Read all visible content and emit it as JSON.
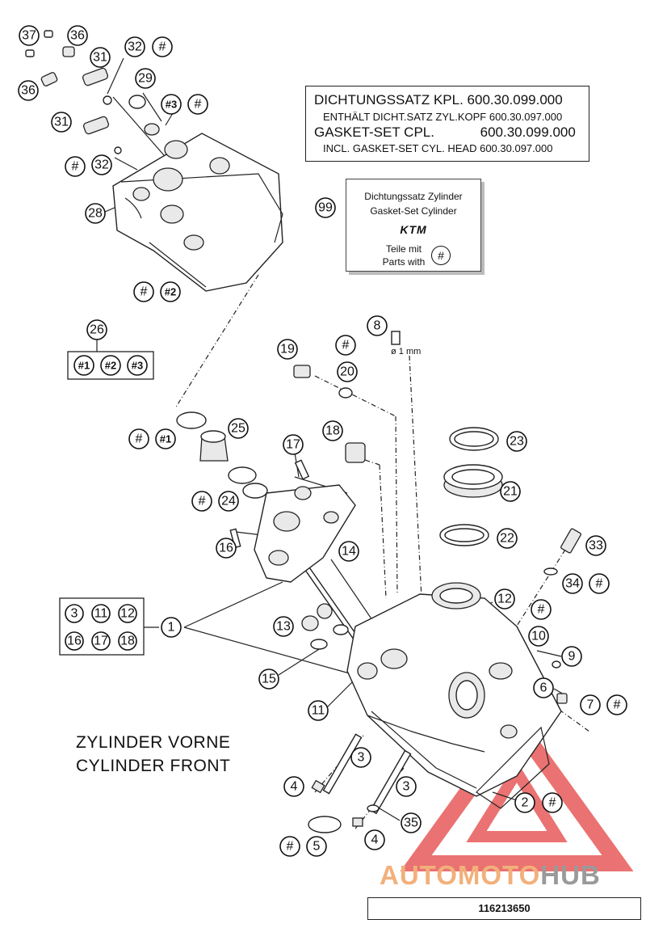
{
  "diagram": {
    "gasket_box": {
      "line1": "DICHTUNGSSATZ KPL. 600.30.099.000",
      "line2": "ENTHÄLT DICHT.SATZ ZYL.KOPF 600.30.097.000",
      "line3": "GASKET-SET CPL.            600.30.099.000",
      "line4": "INCL. GASKET-SET CYL. HEAD 600.30.097.000"
    },
    "kit_box": {
      "line1": "Dichtungssatz Zylinder",
      "line2": "Gasket-Set Cylinder",
      "logo": "KTM",
      "line3": "Teile mit",
      "line4": "Parts with",
      "marker": "#"
    },
    "cylinder_label": {
      "line1": "ZYLINDER VORNE",
      "line2": "CYLINDER FRONT"
    },
    "part_number": "116213650",
    "watermark": {
      "part1": "AUTOMOTO",
      "part2": "HUB",
      "color_a": "#f2b07a",
      "color_b": "#9a9a9a",
      "triangle_color": "#e85a5a"
    },
    "misc": {
      "dia_note": "ø 1 mm"
    },
    "callouts": {
      "c37": "37",
      "c36a": "36",
      "c36b": "36",
      "c31a": "31",
      "c32a": "32",
      "h1": "#",
      "c29": "29",
      "h3a": "#3",
      "h2": "#",
      "c31b": "31",
      "h4": "#",
      "c32b": "32",
      "c28": "28",
      "c99": "99",
      "h5": "#",
      "h6": "#2",
      "c26": "26",
      "k1": "#1",
      "k2": "#2",
      "k3": "#3",
      "c8": "8",
      "c19": "19",
      "h7": "#",
      "c20": "20",
      "h8": "#",
      "h9": "#1",
      "c25": "25",
      "c18": "18",
      "c23": "23",
      "c17": "17",
      "c21": "21",
      "h10": "#",
      "c24": "24",
      "c22": "22",
      "c16": "16",
      "c14": "14",
      "c33": "33",
      "c34": "34",
      "h11": "#",
      "g3": "3",
      "g11": "11",
      "g12": "12",
      "g16": "16",
      "g17": "17",
      "g18": "18",
      "c1": "1",
      "c12": "12",
      "h12": "#",
      "c13": "13",
      "c10": "10",
      "c9": "9",
      "c15": "15",
      "c6": "6",
      "c7": "7",
      "h13": "#",
      "c11": "11",
      "c3a": "3",
      "c3b": "3",
      "c4a": "4",
      "c2": "2",
      "h14": "#",
      "c35": "35",
      "h15": "#",
      "c5": "5",
      "c4b": "4"
    }
  }
}
